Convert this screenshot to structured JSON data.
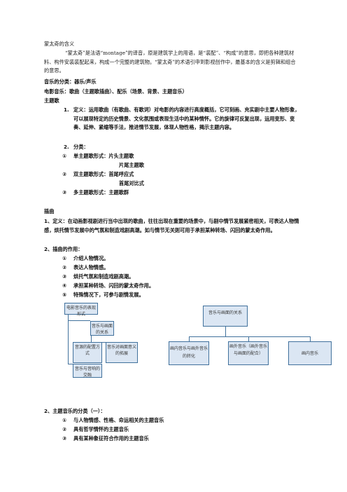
{
  "doc": {
    "heading": "蒙太奇的含义",
    "intro": "“蒙太奇”是法语“montage”的译音，原是建筑学上的用语，是“装配”、“构成”的意思，即把各种建筑材料、构件安装装配起来，构成一个完整的建筑物。“蒙太奇”的术语引申到影视创作中，最基本的含义是剪辑和组合的意思。",
    "class_title": "音乐的分类：器乐/声乐",
    "film_music": "电影音乐：歌曲（主题歌插曲）、配乐（场景、背景、主题音乐）",
    "theme_song": "主题歌",
    "def_num": "1.",
    "def_text": "定义：运用歌曲（有歌曲、有歌词）对电影的内容进行高度概括，它可刻画、充实剧中主要人物形象，可以展现特定的历史情景、文化氛围或表现生活中的某种情怀。它的旋律可反复出现，运用变形、变奏、延伸、紧缩等手法，推进情节发展，体现人物性格，揭示主题内容。",
    "cls_num": "2.",
    "cls_text": "分类：",
    "items": [
      {
        "mark": "①",
        "text": "单主题歌形式：片头主题歌"
      },
      {
        "mark": "",
        "text": "片尾主题歌"
      },
      {
        "mark": "②",
        "text": "双主题歌形式：首尾呼应式"
      },
      {
        "mark": "",
        "text": "首尾对比式"
      },
      {
        "mark": "③",
        "text": "多主题歌形式：主题歌群"
      }
    ],
    "interlude_title": "插曲",
    "interlude_def": "1、定义：在动画影视剧进行当中出现的歌曲，往往出现在重要的场景中，与剧中情节发展紧密相关，可表达人物情感，烘托情节发展中的气氛和制造戏剧高潮。如与情节无关则可用于承担某种转场、闪回的蒙太奇作用。",
    "role_title": "2、插曲的作用：",
    "roles": [
      {
        "mark": "①",
        "text": "介绍人物情况。"
      },
      {
        "mark": "②",
        "text": "表达人物情感。"
      },
      {
        "mark": "③",
        "text": "烘托气氛和制造戏剧高潮。"
      },
      {
        "mark": "④",
        "text": "承担某种转场、闪回的蒙太奇作用。"
      },
      {
        "mark": "⑤",
        "text": "特殊情况下，可参与剧情发展。"
      }
    ],
    "theme_class_title": "2、主题音乐的分类（一）：",
    "theme_items": [
      {
        "mark": "①",
        "text": "与人物情感、性格、命运相关的主题音乐"
      },
      {
        "mark": "②",
        "text": "具有哲学情怀的主题音乐"
      },
      {
        "mark": "③",
        "text": "具有某种象征符合作用的主题音乐"
      }
    ]
  },
  "diagram": {
    "left": {
      "root": "电影音乐的表现形式",
      "mid": "音乐与画面的关系",
      "child1": "音源的配置方式",
      "child2": "音乐对画面意义的拓展",
      "bottom": "音乐与音响的交融"
    },
    "right": {
      "root": "音乐与画面的关系",
      "child1": "画内音乐与画外音乐的转化",
      "child2": "画外音乐（画外音乐与画面的配合）",
      "child3": "画内音乐"
    },
    "colors": {
      "fill": "#dbe6f3",
      "stroke": "#41719c"
    }
  }
}
